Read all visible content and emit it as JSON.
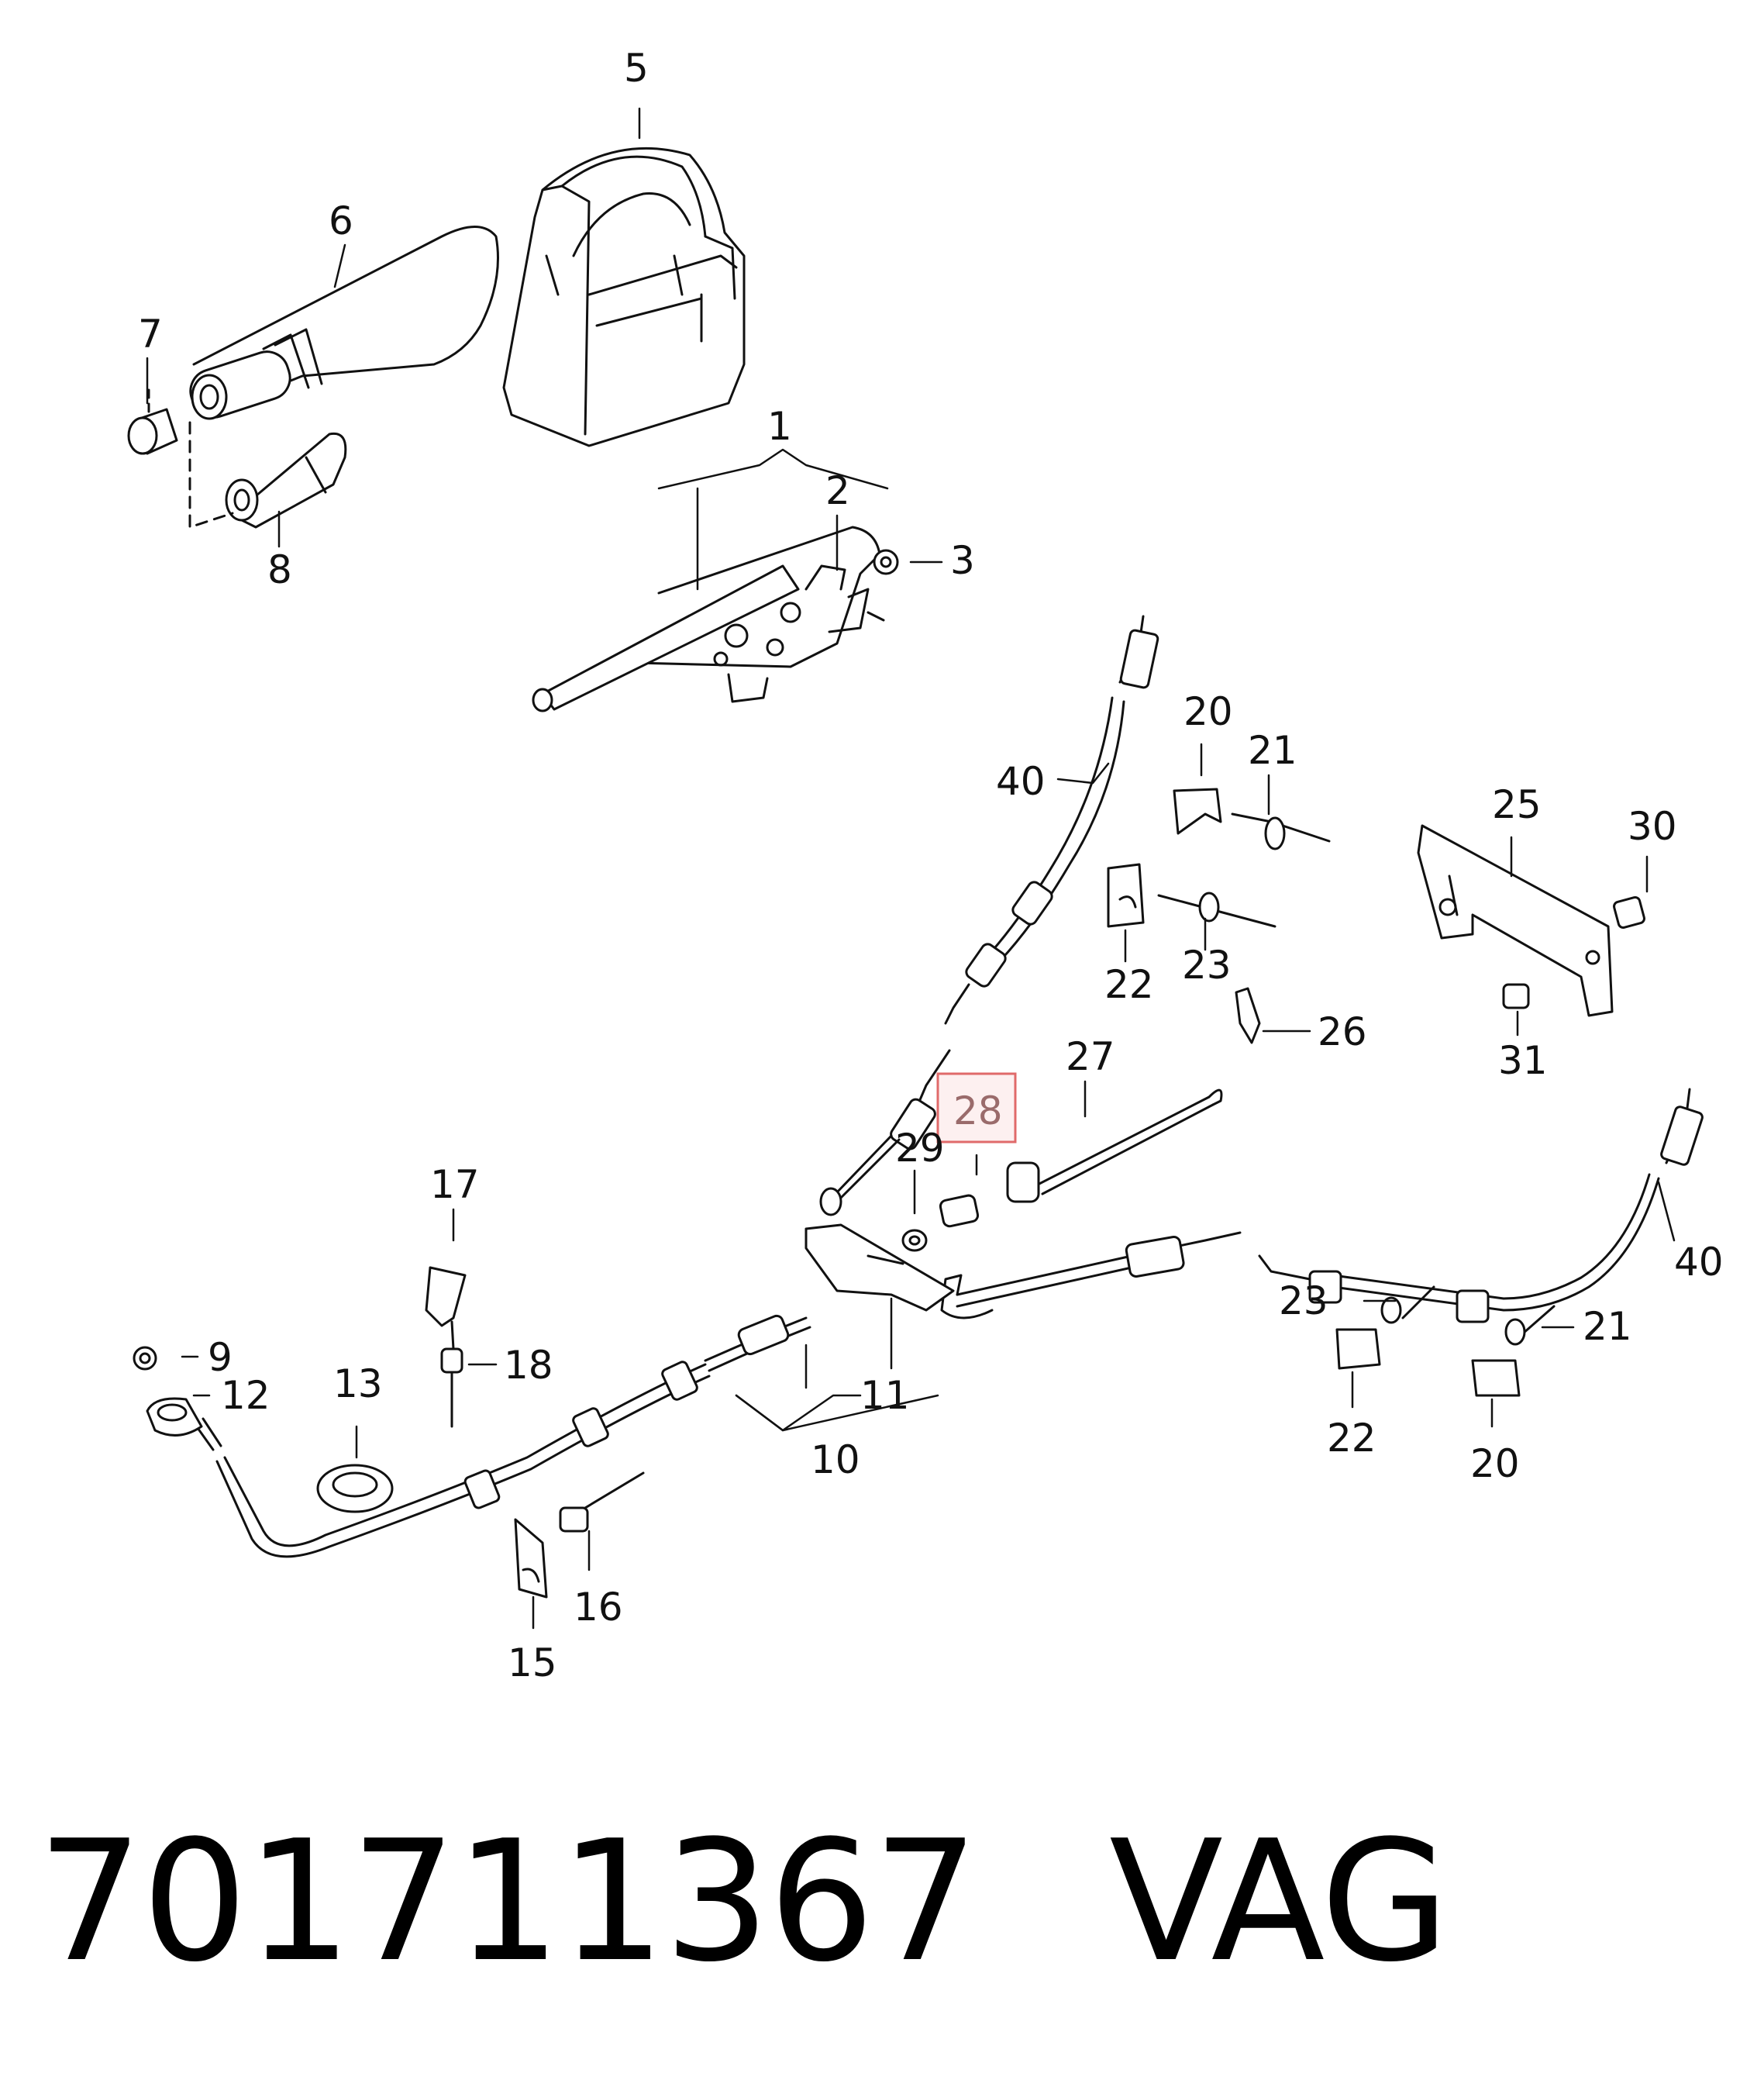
{
  "callouts": {
    "c1": "1",
    "c2": "2",
    "c3": "3",
    "c5": "5",
    "c6": "6",
    "c7": "7",
    "c8": "8",
    "c9": "9",
    "c10": "10",
    "c11": "11",
    "c12": "12",
    "c13": "13",
    "c15": "15",
    "c16": "16",
    "c17": "17",
    "c18": "18",
    "c20a": "20",
    "c20b": "20",
    "c21a": "21",
    "c21b": "21",
    "c22a": "22",
    "c22b": "22",
    "c23a": "23",
    "c23b": "23",
    "c25": "25",
    "c26": "26",
    "c27": "27",
    "c28": "28",
    "c29": "29",
    "c30": "30",
    "c31": "31",
    "c40a": "40",
    "c40b": "40"
  },
  "highlighted_callout": "28",
  "colors": {
    "line": "#111111",
    "highlight_border": "#e06a6a",
    "highlight_fill": "#fdf0f0"
  },
  "caption": {
    "part_number": "701711367",
    "brand": "VAG"
  }
}
